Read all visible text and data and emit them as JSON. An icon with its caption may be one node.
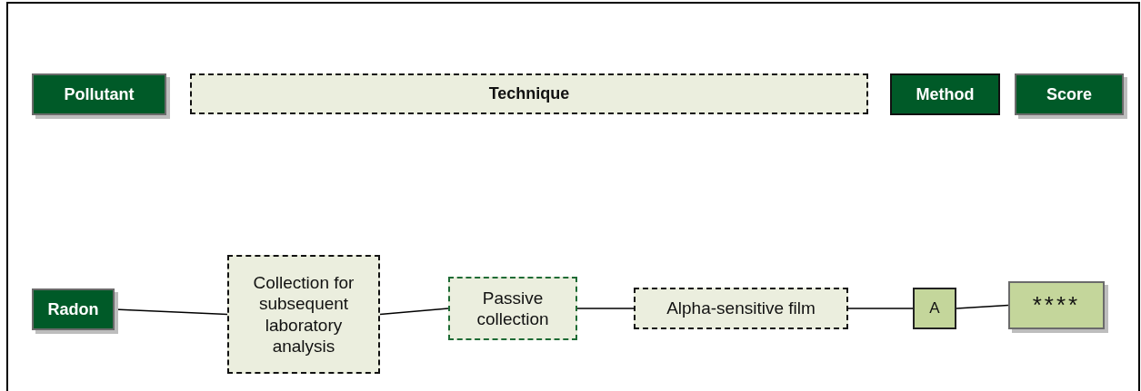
{
  "diagram": {
    "nodes": [
      {
        "text": [
          "Pollutant"
        ]
      },
      {
        "text": [
          "Technique"
        ]
      },
      {
        "text": [
          "Method"
        ]
      },
      {
        "text": [
          "Score"
        ]
      },
      {
        "text": [
          "Radon"
        ]
      },
      {
        "text": [
          "Collection for subsequent laboratory analysis"
        ]
      },
      {
        "text": [
          "Passive collection"
        ]
      },
      {
        "text": [
          "Alpha-sensitive film"
        ]
      },
      {
        "text": [
          "A"
        ]
      },
      {
        "text": [
          "****"
        ]
      }
    ],
    "edges": [
      {
        "from": 4,
        "to": 5,
        "arrow": "none"
      },
      {
        "from": 5,
        "to": 6,
        "arrow": "none"
      },
      {
        "from": 6,
        "to": 7,
        "arrow": "none"
      },
      {
        "from": 7,
        "to": 8,
        "arrow": "none"
      },
      {
        "from": 8,
        "to": 9,
        "arrow": "none"
      }
    ]
  }
}
